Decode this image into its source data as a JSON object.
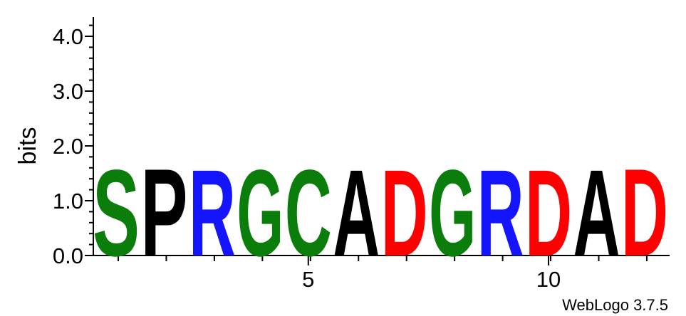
{
  "chart_data": {
    "type": "sequence-logo",
    "ylabel": "bits",
    "ylim": [
      0,
      4.3
    ],
    "yticks": [
      "0.0",
      "1.0",
      "2.0",
      "3.0",
      "4.0"
    ],
    "xticks": [
      {
        "position": 5,
        "label": "5"
      },
      {
        "position": 10,
        "label": "10"
      }
    ],
    "positions": [
      1,
      2,
      3,
      4,
      5,
      6,
      7,
      8,
      9,
      10,
      11,
      12
    ],
    "letters": [
      {
        "position": 1,
        "letter": "S",
        "bits": 1.63,
        "color": "#0a7d0a"
      },
      {
        "position": 2,
        "letter": "P",
        "bits": 1.65,
        "color": "#000000"
      },
      {
        "position": 3,
        "letter": "R",
        "bits": 1.63,
        "color": "#1414ff"
      },
      {
        "position": 4,
        "letter": "G",
        "bits": 1.63,
        "color": "#0a7d0a"
      },
      {
        "position": 5,
        "letter": "C",
        "bits": 1.63,
        "color": "#0a7d0a"
      },
      {
        "position": 6,
        "letter": "A",
        "bits": 1.63,
        "color": "#000000"
      },
      {
        "position": 7,
        "letter": "D",
        "bits": 1.63,
        "color": "#ff0000"
      },
      {
        "position": 8,
        "letter": "G",
        "bits": 1.63,
        "color": "#0a7d0a"
      },
      {
        "position": 9,
        "letter": "R",
        "bits": 1.63,
        "color": "#1414ff"
      },
      {
        "position": 10,
        "letter": "D",
        "bits": 1.63,
        "color": "#ff0000"
      },
      {
        "position": 11,
        "letter": "A",
        "bits": 1.63,
        "color": "#000000"
      },
      {
        "position": 12,
        "letter": "D",
        "bits": 1.65,
        "color": "#ff0000"
      }
    ]
  },
  "footer": {
    "credit": "WebLogo 3.7.5"
  }
}
